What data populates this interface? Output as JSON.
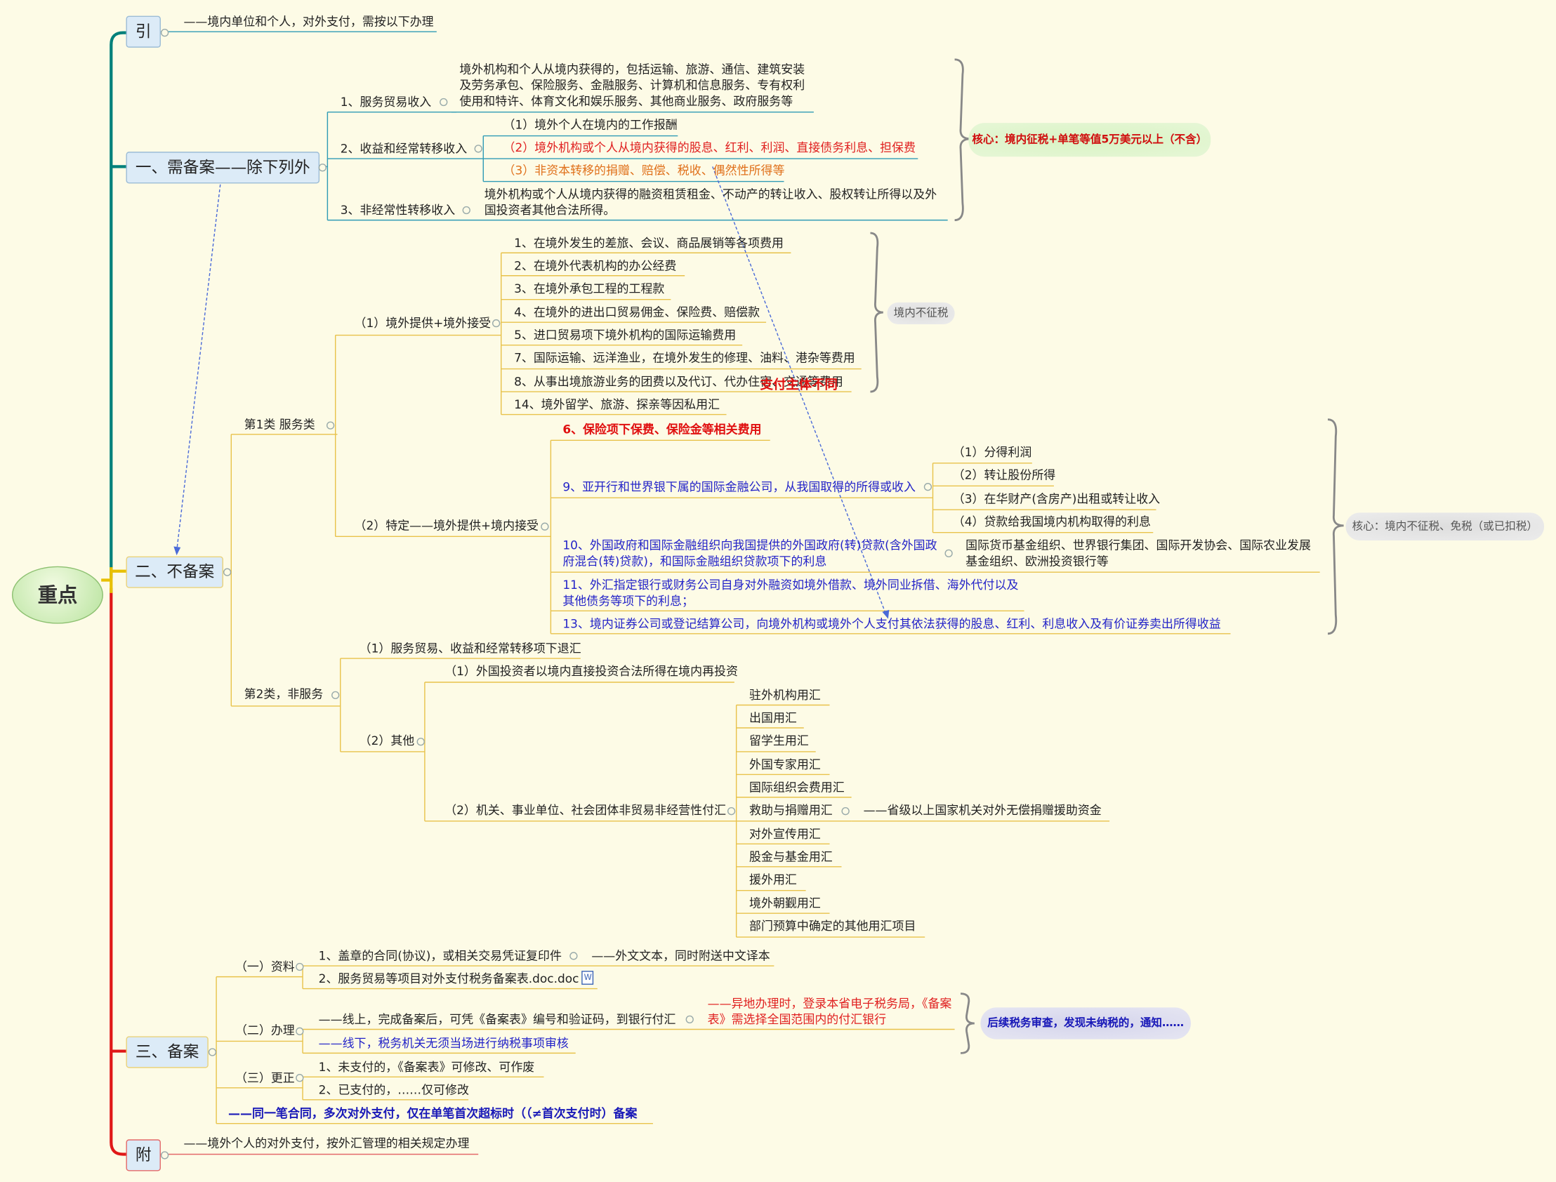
{
  "root": "重点",
  "intro": {
    "label": "引",
    "note": "——境内单位和个人，对外支付，需按以下办理"
  },
  "sec1": {
    "label": "一、需备案——除下列外",
    "items": {
      "service": {
        "label": "1、服务贸易收入",
        "desc": "境外机构和个人从境内获得的，包括运输、旅游、通信、建筑安装及劳务承包、保险服务、金融服务、计算机和信息服务、专有权利使用和特许、体育文化和娱乐服务、其他商业服务、政府服务等"
      },
      "income": {
        "label": "2、收益和经常转移收入",
        "subs": [
          "（1）境外个人在境内的工作报酬",
          "（2）境外机构或个人从境内获得的股息、红利、利润、直接债务利息、担保费",
          "（3）非资本转移的捐赠、赔偿、税收、偶然性所得等"
        ]
      },
      "nonrecurring": {
        "label": "3、非经常性转移收入",
        "desc": "境外机构或个人从境内获得的融资租赁租金、不动产的转让收入、股权转让所得以及外国投资者其他合法所得。"
      }
    },
    "core": "核心：境内征税+单笔等值5万美元以上（不含）"
  },
  "sec2": {
    "label": "二、不备案",
    "cat1": {
      "label": "第1类  服务类",
      "g1": {
        "label": "（1）境外提供+境外接受",
        "items": [
          "1、在境外发生的差旅、会议、商品展销等各项费用",
          "2、在境外代表机构的办公经费",
          "3、在境外承包工程的工程款",
          "4、在境外的进出口贸易佣金、保险费、赔偿款",
          "5、进口贸易项下境外机构的国际运输费用",
          "7、国际运输、远洋渔业，在境外发生的修理、油料、港杂等费用",
          "8、从事出境旅游业务的团费以及代订、代办住宿、交通等费用",
          "14、境外留学、旅游、探亲等因私用汇"
        ],
        "note": "境内不征税",
        "payer": "支付主体不同"
      },
      "g2": {
        "label": "（2）特定——境外提供+境内接受",
        "i6": "6、保险项下保费、保险金等相关费用",
        "i9": {
          "label": "9、亚开行和世界银下属的国际金融公司，从我国取得的所得或收入",
          "subs": [
            "（1）分得利润",
            "（2）转让股份所得",
            "（3）在华财产(含房产)出租或转让收入",
            "（4）贷款给我国境内机构取得的利息"
          ]
        },
        "i10": {
          "label": "10、外国政府和国际金融组织向我国提供的外国政府(转)贷款(含外国政府混合(转)贷款)，和国际金融组织贷款项下的利息",
          "note": "国际货币基金组织、世界银行集团、国际开发协会、国际农业发展基金组织、欧洲投资银行等"
        },
        "i11": "11、外汇指定银行或财务公司自身对外融资如境外借款、境外同业拆借、海外代付以及其他债务等项下的利息；",
        "i13": "13、境内证券公司或登记结算公司，向境外机构或境外个人支付其依法获得的股息、红利、利息收入及有价证券卖出所得收益",
        "core": "核心：境内不征税、免税（或已扣税）"
      }
    },
    "cat2": {
      "label": "第2类，非服务",
      "refund": "（1）服务贸易、收益和经常转移项下退汇",
      "other": {
        "label": "（2）其他",
        "reinvest": "（1）外国投资者以境内直接投资合法所得在境内再投资",
        "gov": {
          "label": "（2）机关、事业单位、社会团体非贸易非经营性付汇",
          "items": [
            "驻外机构用汇",
            "出国用汇",
            "留学生用汇",
            "外国专家用汇",
            "国际组织会费用汇",
            "救助与捐赠用汇",
            "对外宣传用汇",
            "股金与基金用汇",
            "援外用汇",
            "境外朝觐用汇",
            "部门预算中确定的其他用汇项目"
          ],
          "donation_note": "——省级以上国家机关对外无偿捐赠援助资金"
        }
      }
    }
  },
  "sec3": {
    "label": "三、备案",
    "materials": {
      "label": "（一）资料",
      "i1": "1、盖章的合同(协议)，或相关交易凭证复印件",
      "i1_note": "——外文文本，同时附送中文译本",
      "i2": "2、服务贸易等项目对外支付税务备案表.doc.doc"
    },
    "process": {
      "label": "（二）办理",
      "online": "——线上，完成备案后，可凭《备案表》编号和验证码，到银行付汇",
      "online_note": "——异地办理时，登录本省电子税务局，《备案表》需选择全国范围内的付汇银行",
      "offline": "——线下，税务机关无须当场进行纳税事项审核"
    },
    "correct": {
      "label": "（三）更正",
      "i1": "1、未支付的，《备案表》可修改、可作废",
      "i2": "2、已支付的，……仅可修改"
    },
    "rule": "——同一笔合同，多次对外支付，仅在单笔首次超标时（（≠首次支付时）备案",
    "followup": "后续税务审查，发现未纳税的，通知……"
  },
  "appendix": {
    "label": "附",
    "note": "——境外个人的对外支付，按外汇管理的相关规定办理"
  },
  "colors": {
    "background": "#fdfbe6",
    "branch_teal": "#00807a",
    "branch_red": "#e01818",
    "branch_yellow": "#e8c000",
    "line_blue": "#2f9bb5",
    "line_gold": "#e8c24a",
    "dashed_blue": "#4a6ad8"
  }
}
